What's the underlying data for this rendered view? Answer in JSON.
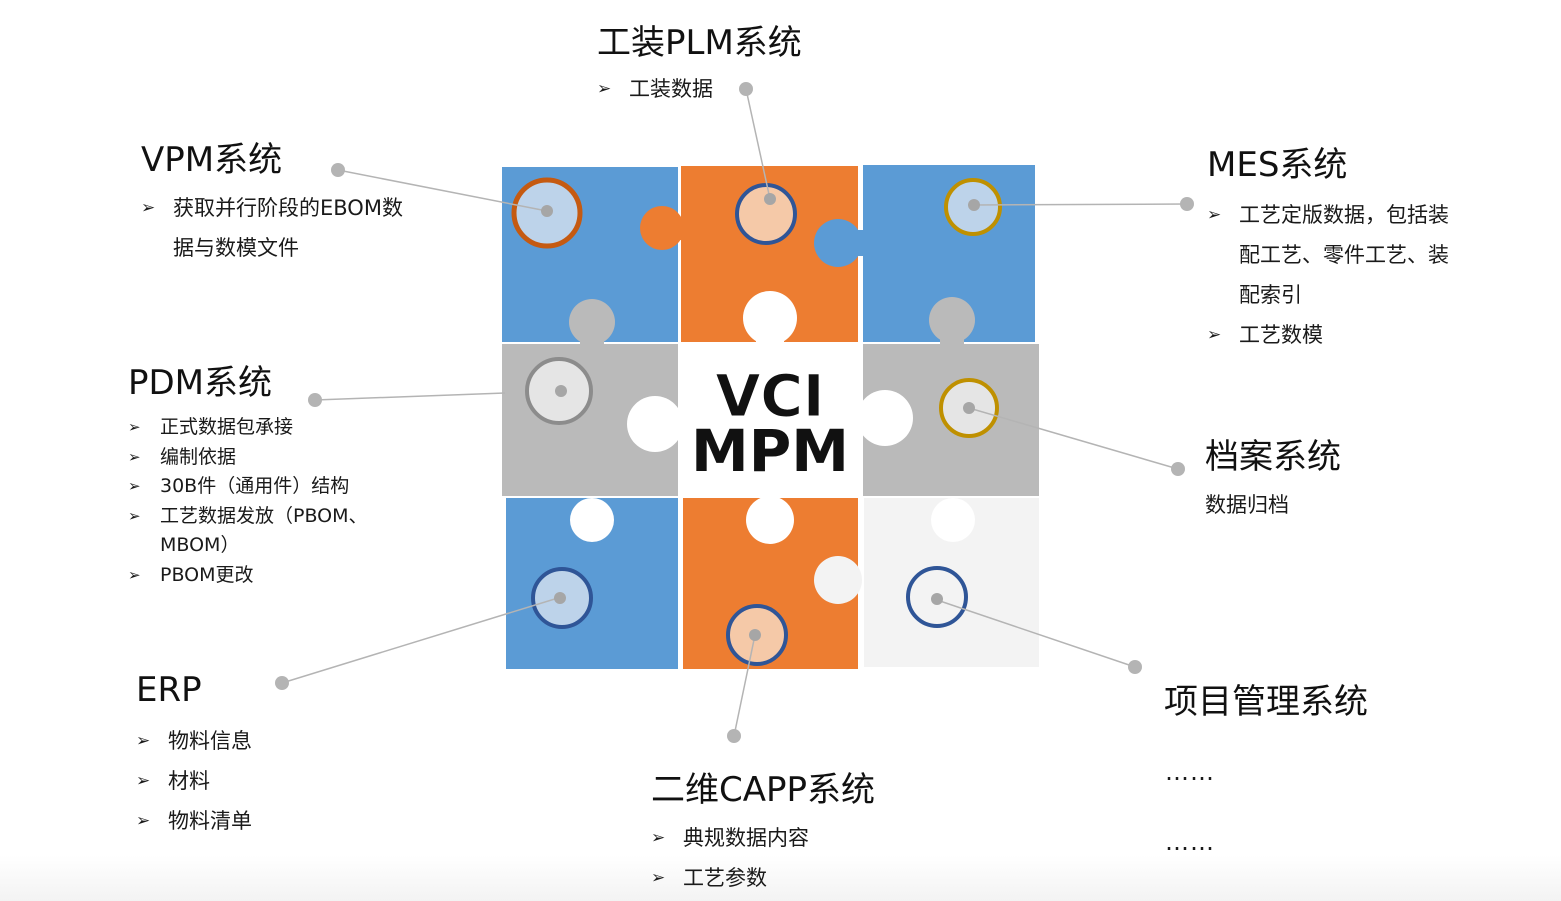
{
  "center": {
    "line1": "VCI",
    "line2": "MPM"
  },
  "colors": {
    "blue": "#5B9BD5",
    "orange": "#ED7D31",
    "gray": "#BABABA",
    "white_piece": "#F2F2F2",
    "connector": "#B4B4B4"
  },
  "systems": {
    "plm": {
      "title": "工装PLM系统",
      "items": [
        "工装数据"
      ]
    },
    "vpm": {
      "title": "VPM系统",
      "items": [
        "获取并行阶段的EBOM数据与数模文件"
      ]
    },
    "mes": {
      "title": "MES系统",
      "items": [
        "工艺定版数据，包括装配工艺、零件工艺、装配索引",
        "工艺数模"
      ]
    },
    "pdm": {
      "title": "PDM系统",
      "items": [
        "正式数据包承接",
        "编制依据",
        "30B件（通用件）结构",
        "工艺数据发放（PBOM、MBOM）",
        "PBOM更改"
      ]
    },
    "archive": {
      "title": "档案系统",
      "text": "数据归档"
    },
    "erp": {
      "title": "ERP",
      "items": [
        "物料信息",
        "材料",
        "物料清单"
      ]
    },
    "capp": {
      "title": "二维CAPP系统",
      "items": [
        "典规数据内容",
        "工艺参数"
      ]
    },
    "project": {
      "title": "项目管理系统",
      "more1": "……",
      "more2": "……"
    }
  },
  "arrow_glyph": "➢"
}
